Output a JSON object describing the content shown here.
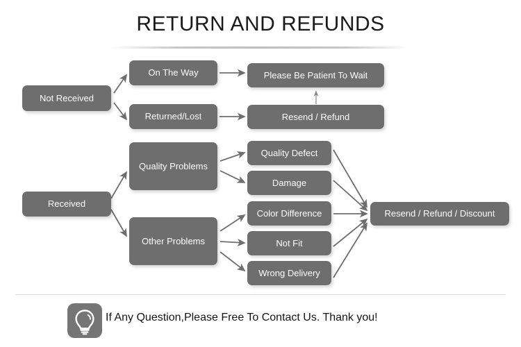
{
  "page": {
    "title": "RETURN AND REFUNDS",
    "background_color": "#ffffff",
    "node_color": "#6e6e6e",
    "node_text_color": "#ffffff",
    "arrow_color": "#6e6e6e"
  },
  "nodes": {
    "not_received": "Not Received",
    "on_the_way": "On The Way",
    "returned_lost": "Returned/Lost",
    "please_be_patient": "Please Be Patient To Wait",
    "resend_refund": "Resend / Refund",
    "received": "Received",
    "quality_problems": "Quality Problems",
    "other_problems": "Other Problems",
    "quality_defect": "Quality Defect",
    "damage": "Damage",
    "color_difference": "Color Difference",
    "not_fit": "Not Fit",
    "wrong_delivery": "Wrong Delivery",
    "resend_refund_discount": "Resend / Refund / Discount"
  },
  "footer": {
    "icon": "lightbulb-icon",
    "text": "If Any Question,Please Free To Contact Us. Thank you!"
  }
}
